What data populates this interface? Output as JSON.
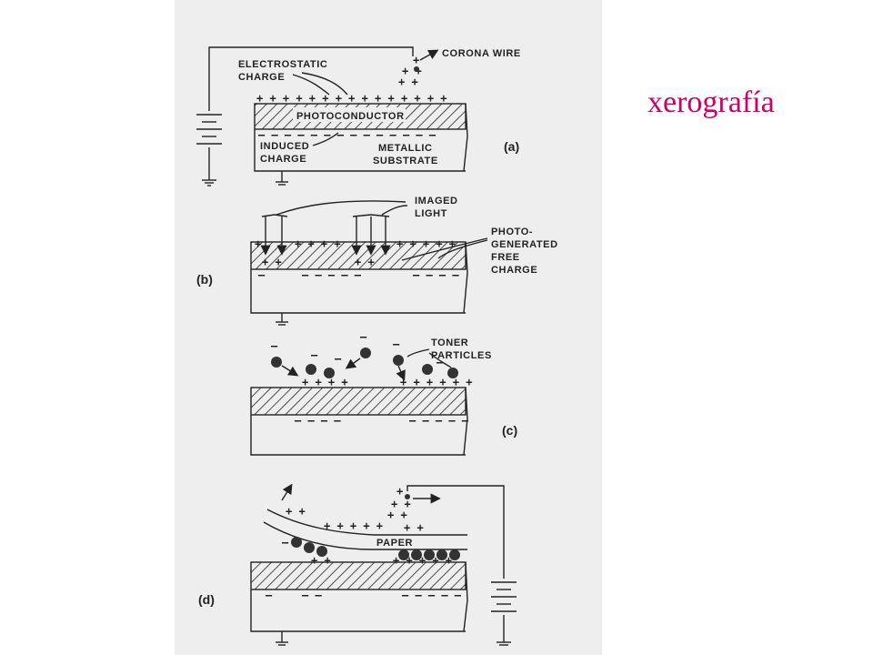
{
  "slide": {
    "title": "xerografía"
  },
  "figure": {
    "panel_a": {
      "label": "(a)",
      "electrostatic": "ELECTROSTATIC",
      "charge": "CHARGE",
      "corona_wire": "CORONA WIRE",
      "photoconductor": "PHOTOCONDUCTOR",
      "induced": "INDUCED",
      "induced_charge": "CHARGE",
      "metallic": "METALLIC",
      "substrate": "SUBSTRATE"
    },
    "panel_b": {
      "label": "(b)",
      "imaged": "IMAGED",
      "light": "LIGHT",
      "photo": "PHOTO-",
      "generated": "GENERATED",
      "free": "FREE",
      "charge": "CHARGE"
    },
    "panel_c": {
      "label": "(c)",
      "toner": "TONER",
      "particles": "PARTICLES"
    },
    "panel_d": {
      "label": "(d)",
      "paper": "PAPER"
    }
  }
}
